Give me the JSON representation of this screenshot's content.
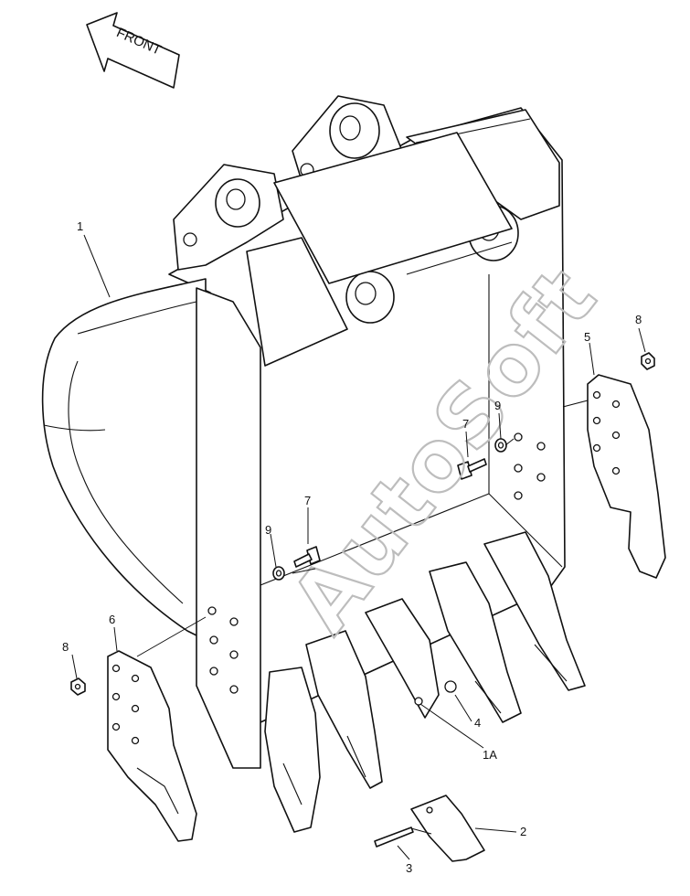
{
  "direction_label": "FRONT",
  "watermark": "AutoSoft",
  "labels": {
    "bucket": "1",
    "tooth_point": "2",
    "pin": "3",
    "lock_washer": "4",
    "side_cutter_right": "5",
    "side_cutter_left": "6",
    "bolt_center": "7",
    "bolt_left": "7",
    "nut_right": "8",
    "nut_left": "8",
    "washer_center": "9",
    "washer_left": "9",
    "adapter": "1A"
  }
}
